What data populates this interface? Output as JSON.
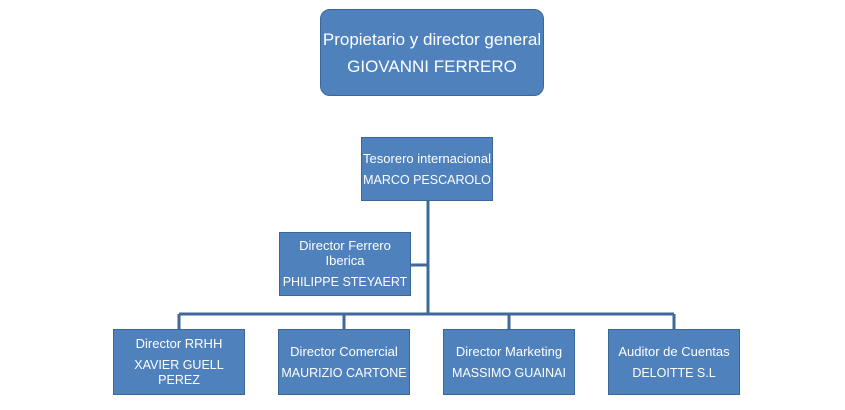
{
  "colors": {
    "node_fill": "#4f81bd",
    "node_border": "#3a6796",
    "connector": "#3e6a9b",
    "text": "#ffffff"
  },
  "org": {
    "root": {
      "title": "Propietario y director general",
      "name": "GIOVANNI FERRERO"
    },
    "treasurer": {
      "title": "Tesorero internacional",
      "name": "MARCO PESCAROLO"
    },
    "iberica": {
      "title": "Director Ferrero Iberica",
      "name": "PHILIPPE STEYAERT"
    },
    "directors": [
      {
        "title": "Director RRHH",
        "name": "XAVIER GUELL PEREZ"
      },
      {
        "title": "Director Comercial",
        "name": "MAURIZIO CARTONE"
      },
      {
        "title": "Director Marketing",
        "name": "MASSIMO GUAINAI"
      },
      {
        "title": "Auditor de Cuentas",
        "name": "DELOITTE S.L"
      }
    ]
  }
}
